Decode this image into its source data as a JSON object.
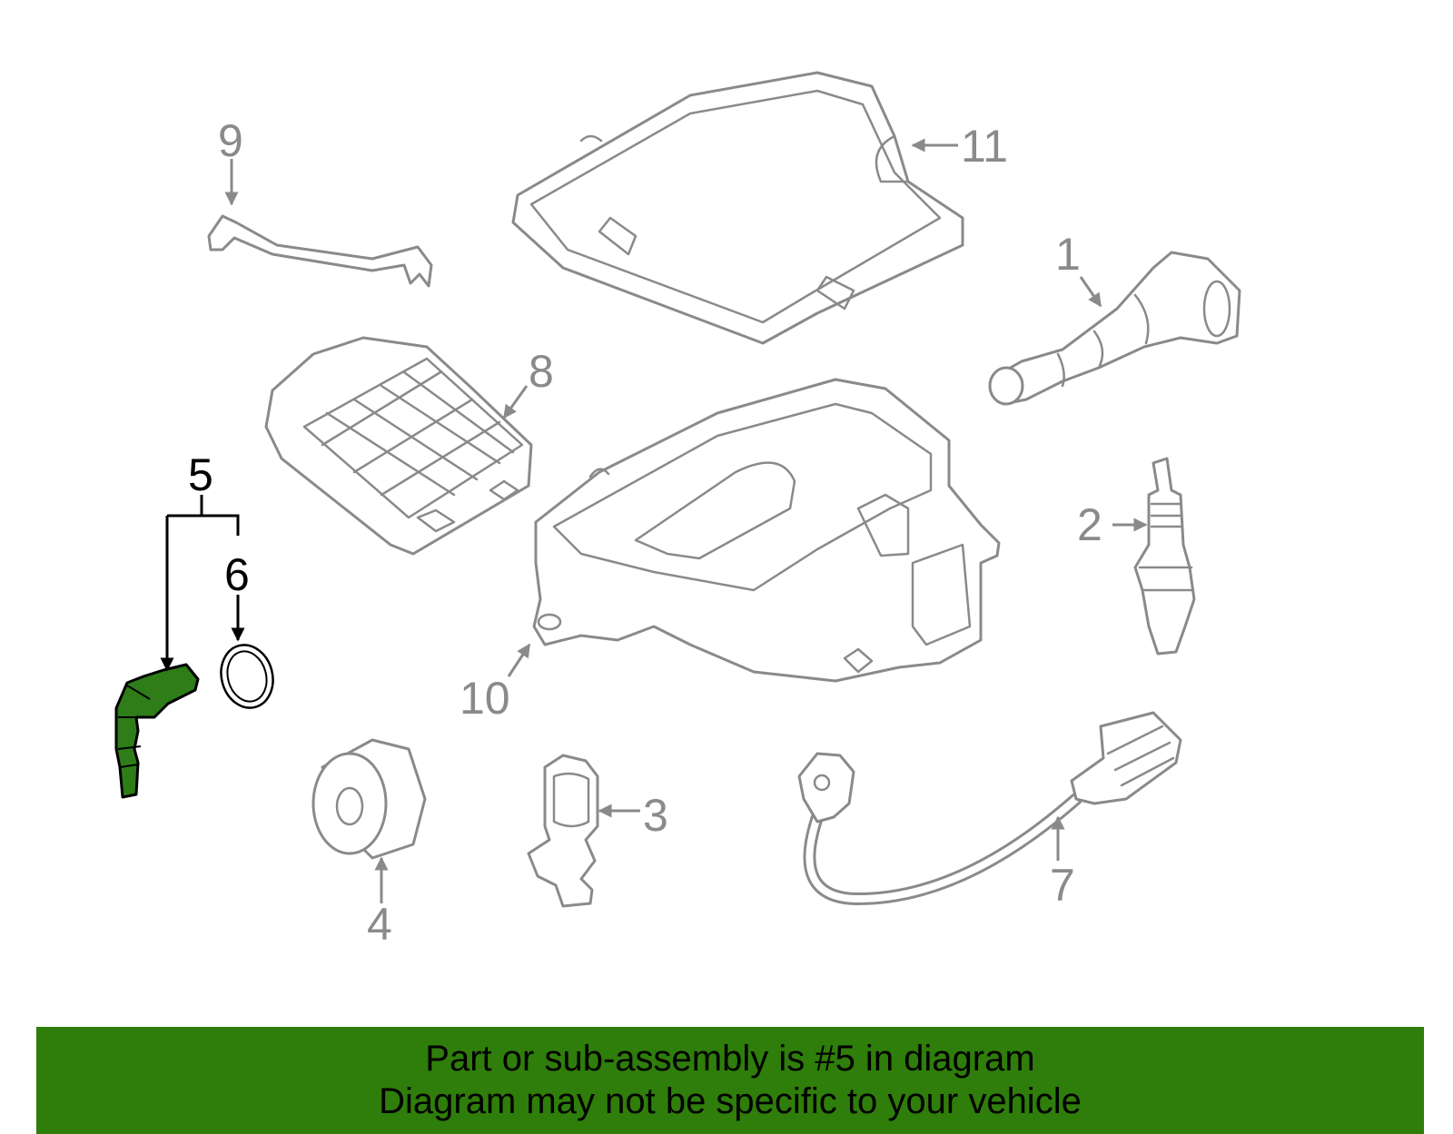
{
  "callouts": {
    "c1": "1",
    "c2": "2",
    "c3": "3",
    "c4": "4",
    "c5": "5",
    "c6": "6",
    "c7": "7",
    "c8": "8",
    "c9": "9",
    "c10": "10",
    "c11": "11"
  },
  "highlight": {
    "part": "5",
    "color": "#2f7d0a"
  },
  "banner": {
    "line1": "Part or sub-assembly is #5 in diagram",
    "line2": "Diagram may not be specific to your vehicle"
  },
  "colors": {
    "line": "#8a8a8a",
    "highlight_line": "#000000",
    "highlight_fill": "#2e7d19",
    "banner": "#2f7d0a"
  }
}
